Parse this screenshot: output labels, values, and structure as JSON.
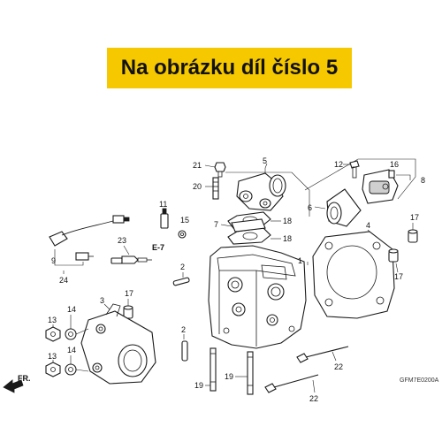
{
  "banner": {
    "text": "Na obrázku díl číslo 5",
    "color": "#f6c800"
  },
  "callouts": {
    "c1": "1",
    "c2a": "2",
    "c2b": "2",
    "c3": "3",
    "c4": "4",
    "c5": "5",
    "c6": "6",
    "c7": "7",
    "c8": "8",
    "c9": "9",
    "c11": "11",
    "c12": "12",
    "c13a": "13",
    "c13b": "13",
    "c14a": "14",
    "c14b": "14",
    "c15": "15",
    "c16": "16",
    "c17a": "17",
    "c17b": "17",
    "c17c": "17",
    "c18a": "18",
    "c18b": "18",
    "c19a": "19",
    "c19b": "19",
    "c20": "20",
    "c21": "21",
    "c22a": "22",
    "c22b": "22",
    "c23": "23",
    "c24": "24",
    "e7": "E-7"
  },
  "direction": {
    "label": "FR."
  },
  "diagram_code": "GFM7E0200A"
}
